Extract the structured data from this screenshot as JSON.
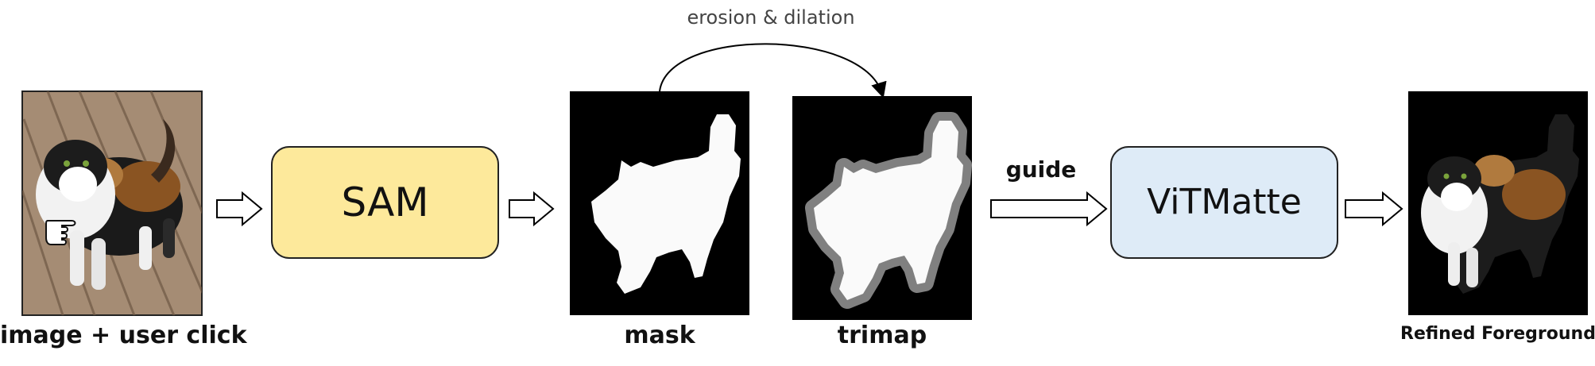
{
  "diagram": {
    "input_label": "image + user click",
    "sam_label": "SAM",
    "mask_label": "mask",
    "trimap_label": "trimap",
    "process_label": "erosion & dilation",
    "guide_label": "guide",
    "vitmatte_label": "ViTMatte",
    "output_label": "Refined Foreground",
    "colors": {
      "sam_fill": "#fde99b",
      "vitmatte_fill": "#deebf7",
      "mask_bg": "#000000",
      "mask_fg": "#ffffff",
      "trimap_unknown": "#808080"
    },
    "icons": {
      "click": "pointing-hand-icon",
      "arrow": "hollow-right-arrow-icon"
    }
  }
}
